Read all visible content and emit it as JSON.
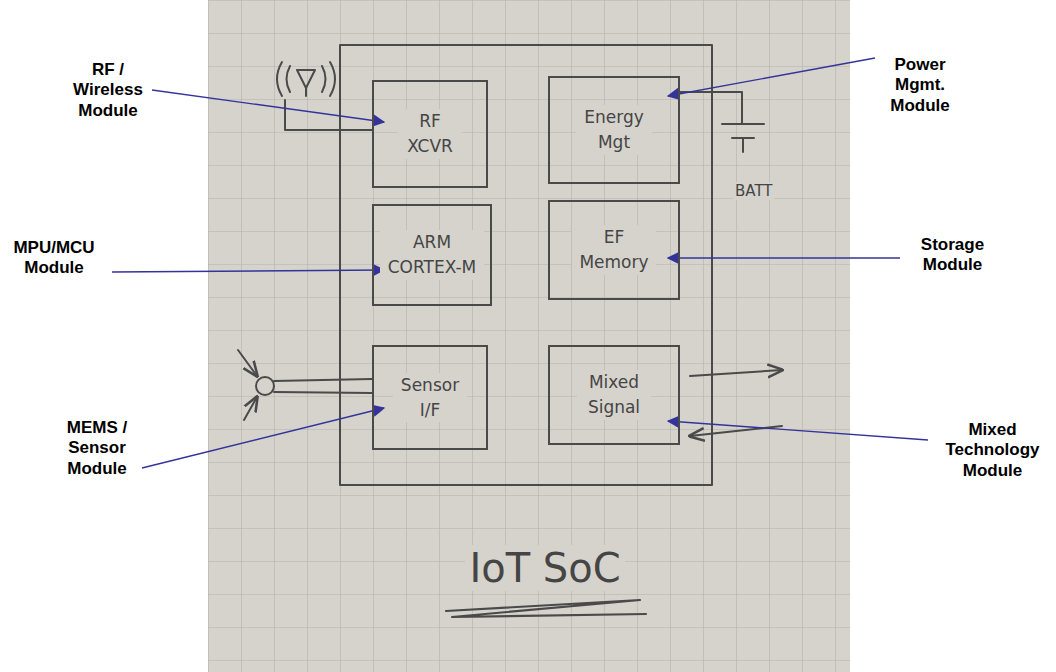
{
  "diagram": {
    "title": "IoT SoC",
    "nodes": [
      {
        "text": [
          "RF XCVR"
        ]
      },
      {
        "text": [
          "Energy Mgt"
        ]
      },
      {
        "text": [
          "ARM CORTEX-M"
        ]
      },
      {
        "text": [
          "EF Memory"
        ]
      },
      {
        "text": [
          "Sensor I/F"
        ]
      },
      {
        "text": [
          "Mixed Signal"
        ]
      }
    ],
    "labels": [
      "RF / Wireless Module",
      "Power Mgmt. Module",
      "MPU/MCU Module",
      "Storage Module",
      "MEMS / Sensor Module",
      "Mixed Technology Module",
      "BATT"
    ]
  }
}
